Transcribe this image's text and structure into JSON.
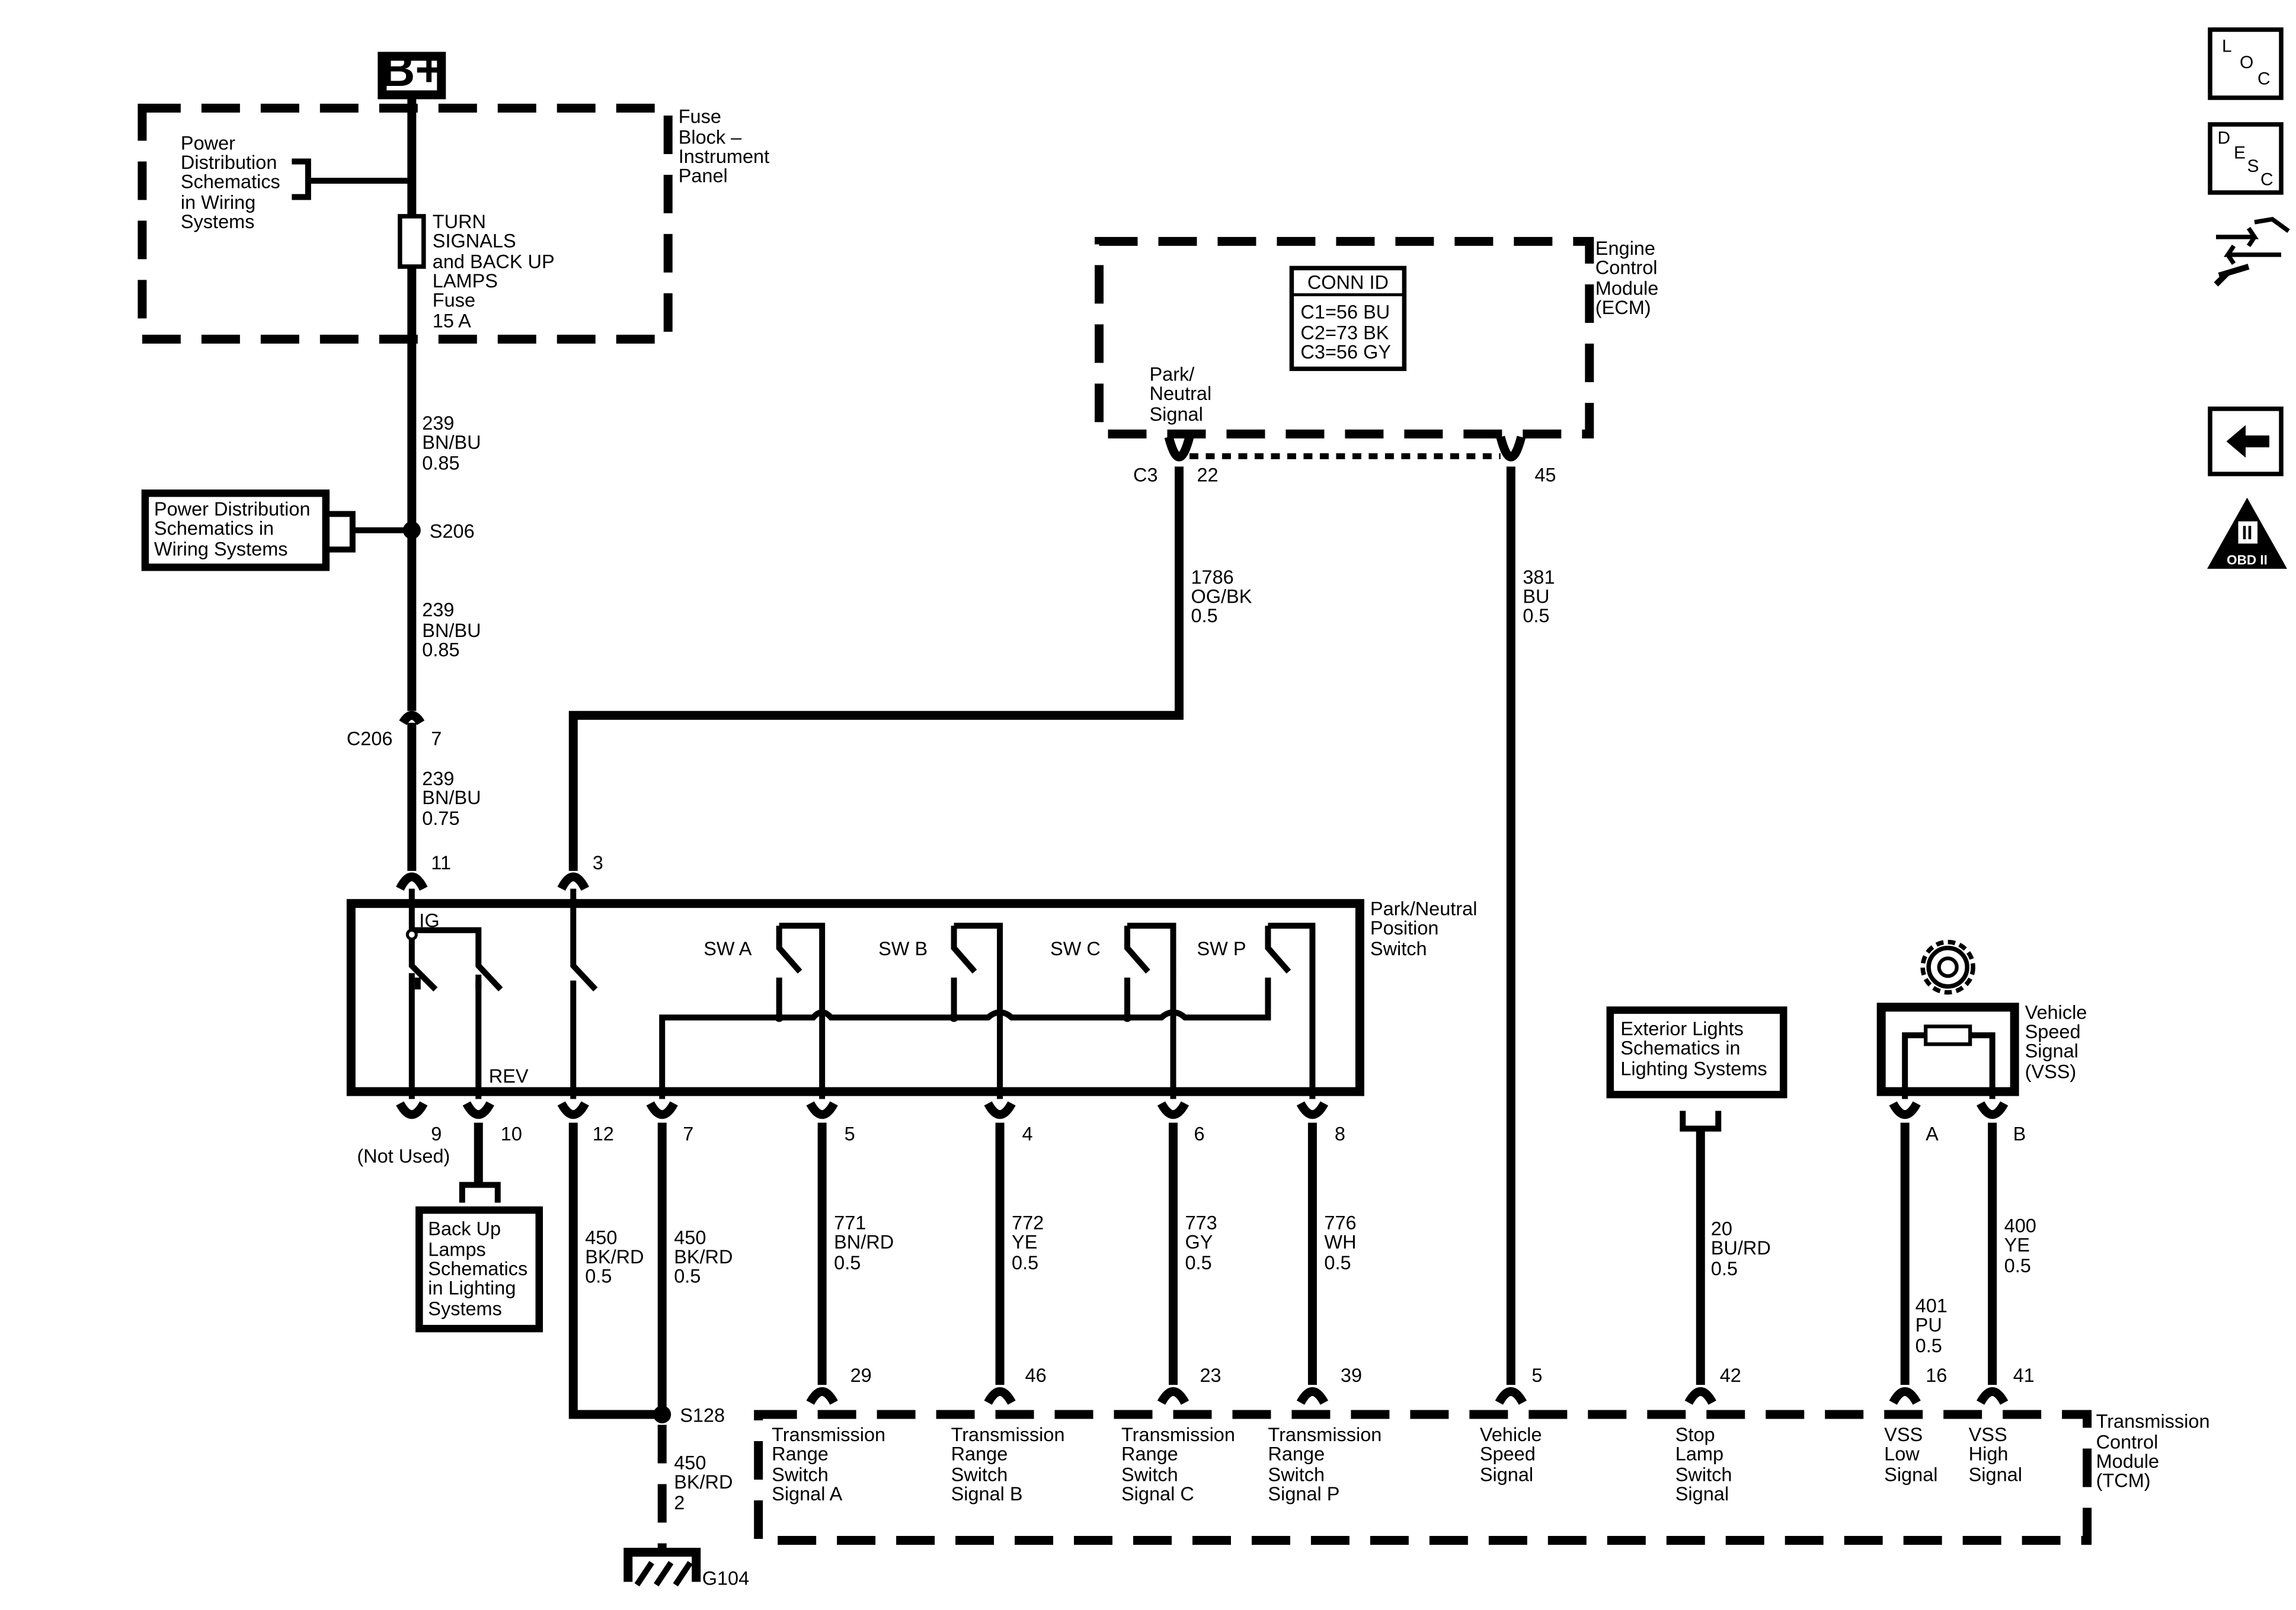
{
  "battery": "B+",
  "fuse_block": {
    "title": [
      "Fuse",
      "Block –",
      "Instrument",
      "Panel"
    ],
    "pd_ref": [
      "Power",
      "Distribution",
      "Schematics",
      "in Wiring",
      "Systems"
    ],
    "fuse": [
      "TURN",
      "SIGNALS",
      "and BACK UP",
      "LAMPS",
      "Fuse",
      "15 A"
    ]
  },
  "wires": {
    "w_top": [
      "239",
      "BN/BU",
      "0.85"
    ],
    "w_mid": [
      "239",
      "BN/BU",
      "0.85"
    ],
    "w_low": [
      "239",
      "BN/BU",
      "0.75"
    ],
    "w_1786": [
      "1786",
      "OG/BK",
      "0.5"
    ],
    "w_381": [
      "381",
      "BU",
      "0.5"
    ],
    "w_450a": [
      "450",
      "BK/RD",
      "0.5"
    ],
    "w_450b": [
      "450",
      "BK/RD",
      "0.5"
    ],
    "w_450c": [
      "450",
      "BK/RD",
      "2"
    ],
    "w_771": [
      "771",
      "BN/RD",
      "0.5"
    ],
    "w_772": [
      "772",
      "YE",
      "0.5"
    ],
    "w_773": [
      "773",
      "GY",
      "0.5"
    ],
    "w_776": [
      "776",
      "WH",
      "0.5"
    ],
    "w_20": [
      "20",
      "BU/RD",
      "0.5"
    ],
    "w_401": [
      "401",
      "PU",
      "0.5"
    ],
    "w_400": [
      "400",
      "YE",
      "0.5"
    ]
  },
  "splices": {
    "s206": "S206",
    "s128": "S128",
    "ground": "G104"
  },
  "pd_ref2": [
    "Power Distribution",
    "Schematics in",
    "Wiring Systems"
  ],
  "connectors": {
    "c206": "C206",
    "c206_pin": "7",
    "c3": "C3",
    "c3_pin": "22",
    "ecm_pin45": "45",
    "pnp_pins": [
      "11",
      "3",
      "9",
      "10",
      "12",
      "7",
      "5",
      "4",
      "6",
      "8"
    ],
    "not_used": "(Not Used)",
    "vss_pins": [
      "A",
      "B"
    ],
    "tcm_pins": [
      "29",
      "46",
      "23",
      "39",
      "5",
      "42",
      "16",
      "41"
    ]
  },
  "ecm": {
    "title": [
      "Engine",
      "Control",
      "Module",
      "(ECM)"
    ],
    "conn_id_header": "CONN ID",
    "conn_id": [
      "C1=56 BU",
      "C2=73 BK",
      "C3=56 GY"
    ],
    "pn_signal": [
      "Park/",
      "Neutral",
      "Signal"
    ]
  },
  "pnp": {
    "title": [
      "Park/Neutral",
      "Position",
      "Switch"
    ],
    "ig": "IG",
    "rev": "REV",
    "sw": [
      "SW  A",
      "SW  B",
      "SW  C",
      "SW  P"
    ]
  },
  "backup_ref": [
    "Back Up",
    "Lamps",
    "Schematics",
    "in Lighting",
    "Systems"
  ],
  "ext_lights_ref": [
    "Exterior Lights",
    "Schematics in",
    "Lighting Systems"
  ],
  "vss": {
    "title": [
      "Vehicle",
      "Speed",
      "Signal",
      "(VSS)"
    ]
  },
  "tcm": {
    "title": [
      "Transmission",
      "Control",
      "Module",
      "(TCM)"
    ],
    "signals": [
      [
        "Transmission",
        "Range",
        "Switch",
        "Signal A"
      ],
      [
        "Transmission",
        "Range",
        "Switch",
        "Signal B"
      ],
      [
        "Transmission",
        "Range",
        "Switch",
        "Signal C"
      ],
      [
        "Transmission",
        "Range",
        "Switch",
        "Signal P"
      ],
      [
        "Vehicle",
        "Speed",
        "Signal"
      ],
      [
        "Stop",
        "Lamp",
        "Switch",
        "Signal"
      ],
      [
        "VSS",
        "Low",
        "Signal"
      ],
      [
        "VSS",
        "High",
        "Signal"
      ]
    ]
  },
  "nav": {
    "loc": [
      "L",
      "O",
      "C"
    ],
    "desc": [
      "D",
      "E",
      "S",
      "C"
    ],
    "obd": [
      "II",
      "OBD II"
    ]
  }
}
